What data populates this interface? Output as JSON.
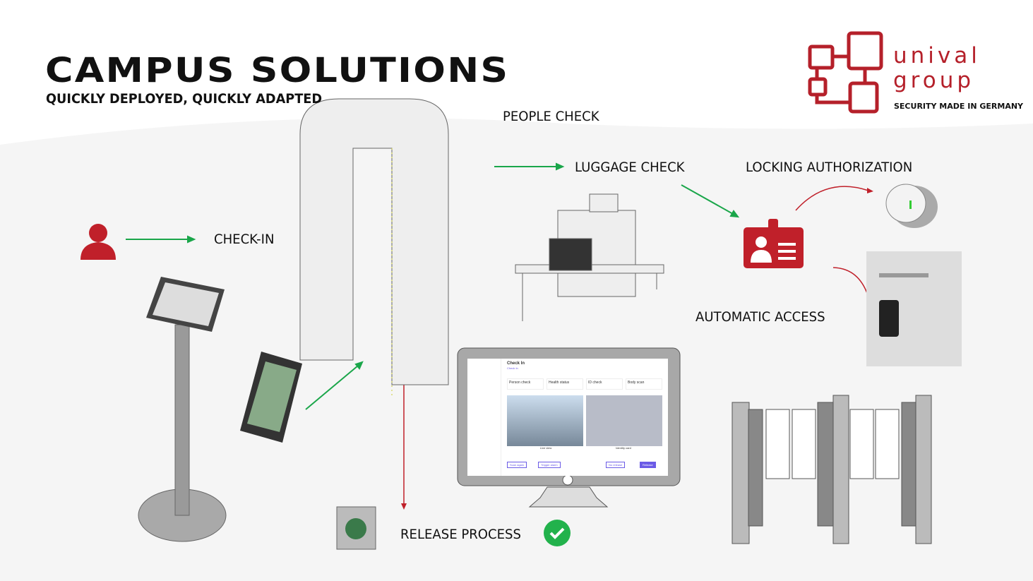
{
  "header": {
    "title": "CAMPUS SOLUTIONS",
    "subtitle": "QUICKLY DEPLOYED, QUICKLY ADAPTED"
  },
  "logo": {
    "name_line1": "unival",
    "name_line2": "group",
    "tagline": "SECURITY MADE IN GERMANY",
    "color": "#b5202a"
  },
  "steps": {
    "check_in": "CHECK-IN",
    "people_check": "PEOPLE CHECK",
    "luggage_check": "LUGGAGE CHECK",
    "locking_authorization": "LOCKING AUTHORIZATION",
    "automatic_access": "AUTOMATIC ACCESS",
    "release_process": "RELEASE PROCESS"
  },
  "screen": {
    "title": "Check In",
    "tab": "Check In",
    "cards": [
      "Person check",
      "Health status",
      "ID check",
      "Body scan"
    ],
    "live_label": "Live view",
    "id_label": "Identity card",
    "buttons": {
      "scan_again": "Scan again",
      "trigger_alarm": "Trigger alarm",
      "no_release": "No release",
      "release": "Release"
    }
  },
  "colors": {
    "arrow_green": "#1aa64a",
    "arrow_red": "#c0202a",
    "icon_red": "#c0202a",
    "check_green": "#22b24c"
  }
}
